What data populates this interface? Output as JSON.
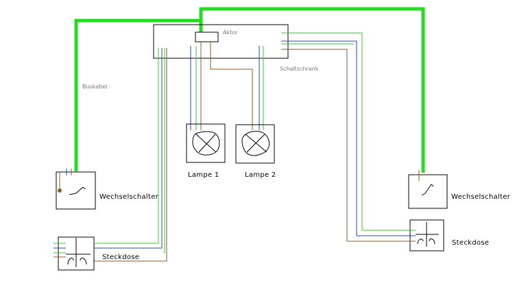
{
  "labels": {
    "aktor": "Aktor",
    "schaltschrank": "Schaltschrank",
    "buskabel": "Buskabel",
    "lampe1": "Lampe 1",
    "lampe2": "Lampe 2",
    "wechselschalter_left": "Wechselschalter",
    "wechselschalter_right": "Wechselschalter",
    "steckdose_left": "Steckdose",
    "steckdose_right": "Steckdose"
  },
  "colors": {
    "bus": "#22dd22",
    "green_wire": "#33cc33",
    "blue_wire": "#2244cc",
    "brown_wire": "#8b5a2b",
    "outline": "#000000"
  }
}
